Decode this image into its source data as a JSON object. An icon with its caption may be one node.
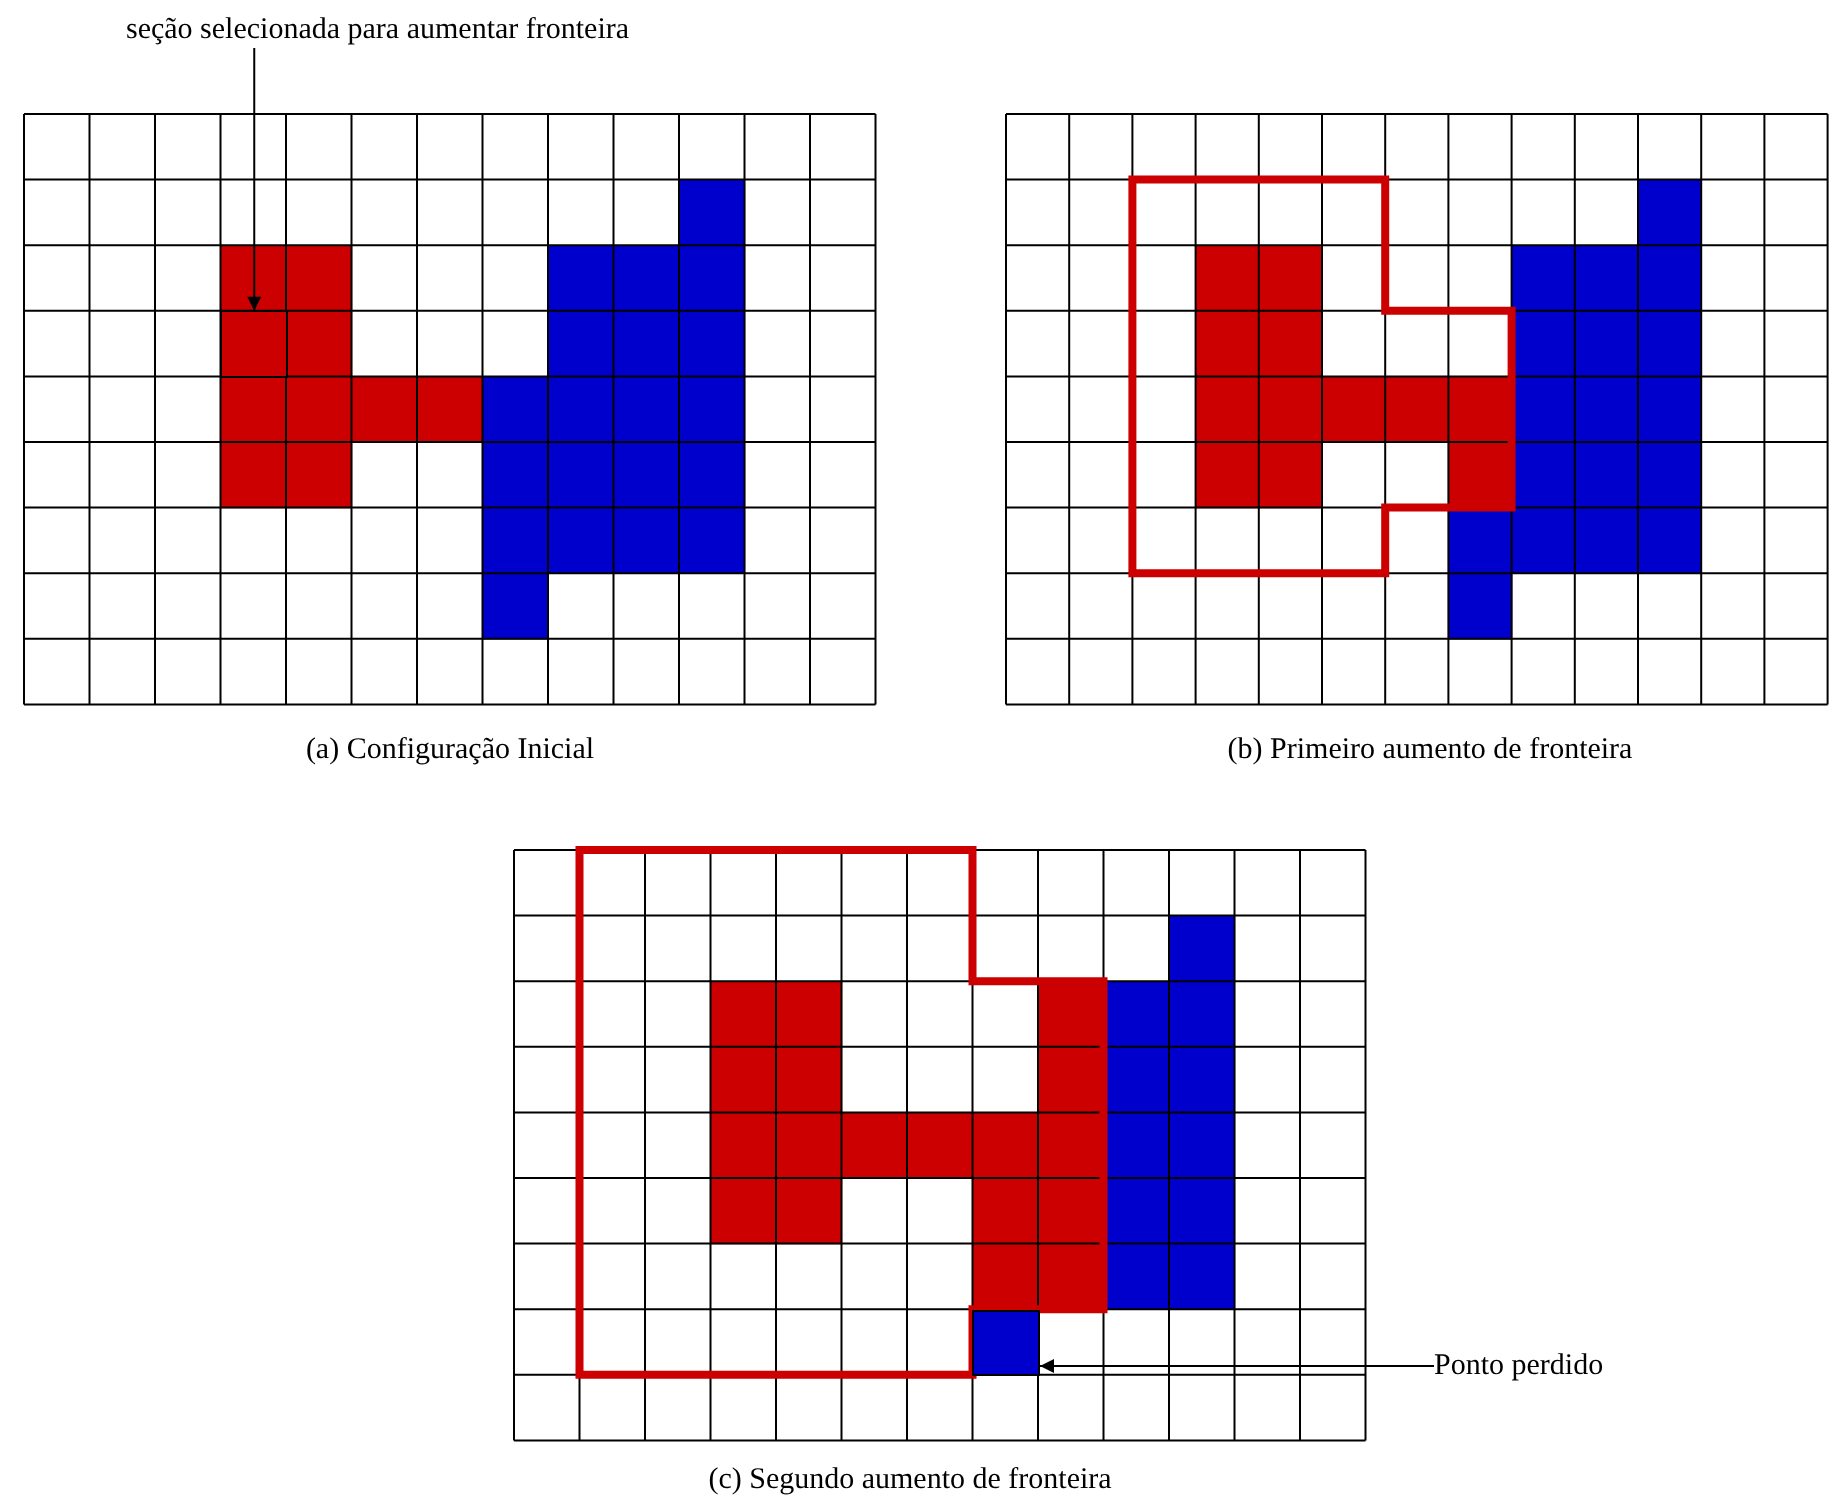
{
  "diagram": {
    "nodes": [
      {
        "text": [
          "seção selecionada para aumentar fronteira"
        ]
      },
      {
        "text": [],
        "shape": "box"
      },
      {
        "text": [
          "Ponto perdido"
        ]
      },
      {
        "text": [],
        "shape": "box"
      }
    ],
    "edges": [
      {
        "from": 0,
        "to": 1,
        "arrow": "to"
      },
      {
        "from": 2,
        "to": 3,
        "arrow": "to"
      }
    ],
    "labels": [
      "(a) Configuração Inicial",
      "(b) Primeiro aumento de fronteira",
      "(c) Segundo aumento de fronteira"
    ]
  }
}
